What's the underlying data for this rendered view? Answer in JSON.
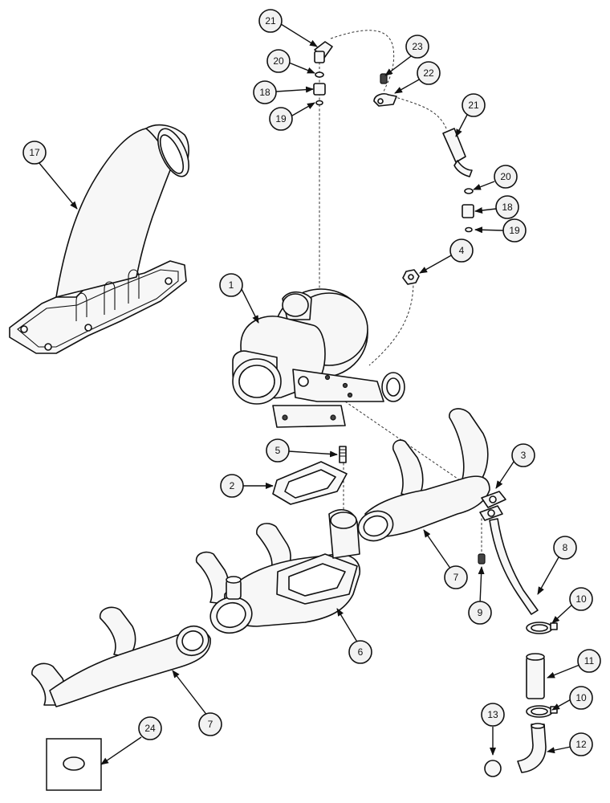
{
  "callouts": [
    {
      "label": "1"
    },
    {
      "label": "2"
    },
    {
      "label": "3"
    },
    {
      "label": "4"
    },
    {
      "label": "5"
    },
    {
      "label": "6"
    },
    {
      "label": "7"
    },
    {
      "label": "7"
    },
    {
      "label": "8"
    },
    {
      "label": "9"
    },
    {
      "label": "10"
    },
    {
      "label": "10"
    },
    {
      "label": "11"
    },
    {
      "label": "12"
    },
    {
      "label": "13"
    },
    {
      "label": "17"
    },
    {
      "label": "18"
    },
    {
      "label": "18"
    },
    {
      "label": "19"
    },
    {
      "label": "19"
    },
    {
      "label": "20"
    },
    {
      "label": "20"
    },
    {
      "label": "21"
    },
    {
      "label": "21"
    },
    {
      "label": "22"
    },
    {
      "label": "23"
    },
    {
      "label": "24"
    }
  ]
}
